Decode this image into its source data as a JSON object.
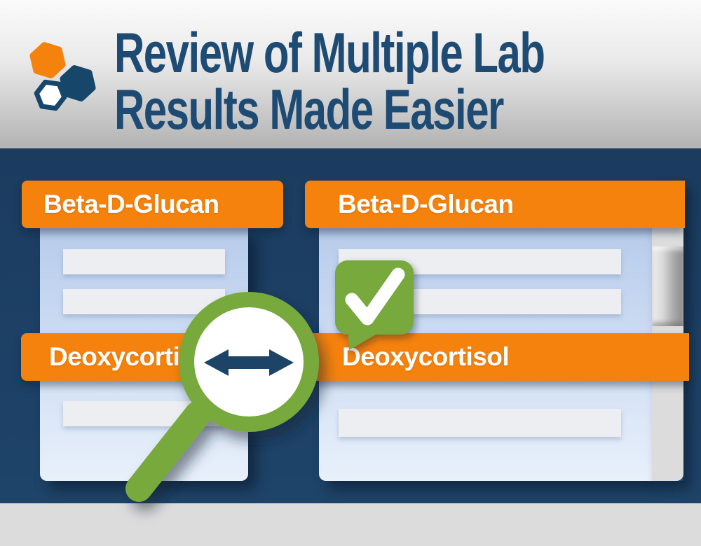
{
  "header": {
    "title_line1": "Review of Multiple Lab",
    "title_line2": "Results Made Easier"
  },
  "panels": {
    "left": {
      "test1_label": "Beta-D-Glucan",
      "test2_label": "Deoxycortisol"
    },
    "right": {
      "test1_label": "Beta-D-Glucan",
      "test2_label": "Deoxycortisol"
    }
  },
  "icons": {
    "logo": "hexagon-cluster-logo",
    "badge": "checkmark-speech-bubble",
    "magnifier": "magnifying-glass",
    "arrow": "left-right-arrow"
  },
  "colors": {
    "orange": "#f5820d",
    "navy_background": "#1d4065",
    "title_navy": "#1e4b74",
    "green": "#77a93e",
    "panel_blue_top": "#b7cceb",
    "panel_blue_bottom": "#e8f0fb",
    "placeholder_gray": "#eceef1",
    "scrollbar_gray": "#dcdcdc",
    "footer_gray": "#dcdcdc",
    "arrow_navy": "#1d4466"
  }
}
